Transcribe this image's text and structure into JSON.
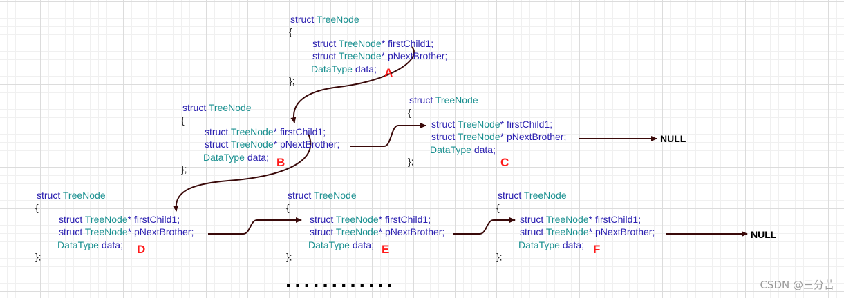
{
  "nodes": [
    {
      "id": "A",
      "label": "A",
      "struct": "struct",
      "type": "TreeNode",
      "open": "{",
      "field1_kw": "struct",
      "field1_type": "TreeNode",
      "field1_name": "* firstChild1;",
      "field2_kw": "struct",
      "field2_type": "TreeNode",
      "field2_name": "* pNextBrother;",
      "field3_type": "DataType",
      "field3_name": " data;",
      "close": "};"
    },
    {
      "id": "B",
      "label": "B",
      "struct": "struct",
      "type": "TreeNode",
      "open": "{",
      "field1_kw": "struct",
      "field1_type": "TreeNode",
      "field1_name": "* firstChild1;",
      "field2_kw": "struct",
      "field2_type": "TreeNode",
      "field2_name": "* pNextBrother;",
      "field3_type": "DataType",
      "field3_name": " data;",
      "close": "};"
    },
    {
      "id": "C",
      "label": "C",
      "struct": "struct",
      "type": "TreeNode",
      "open": "{",
      "field1_kw": "struct",
      "field1_type": "TreeNode",
      "field1_name": "* firstChild1;",
      "field2_kw": "struct",
      "field2_type": "TreeNode",
      "field2_name": "* pNextBrother;",
      "field3_type": "DataType",
      "field3_name": " data;",
      "close": "};"
    },
    {
      "id": "D",
      "label": "D",
      "struct": "struct",
      "type": "TreeNode",
      "open": "{",
      "field1_kw": "struct",
      "field1_type": "TreeNode",
      "field1_name": "* firstChild1;",
      "field2_kw": "struct",
      "field2_type": "TreeNode",
      "field2_name": "* pNextBrother;",
      "field3_type": "DataType",
      "field3_name": " data;",
      "close": "};"
    },
    {
      "id": "E",
      "label": "E",
      "struct": "struct",
      "type": "TreeNode",
      "open": "{",
      "field1_kw": "struct",
      "field1_type": "TreeNode",
      "field1_name": "* firstChild1;",
      "field2_kw": "struct",
      "field2_type": "TreeNode",
      "field2_name": "* pNextBrother;",
      "field3_type": "DataType",
      "field3_name": " data;",
      "close": "};"
    },
    {
      "id": "F",
      "label": "F",
      "struct": "struct",
      "type": "TreeNode",
      "open": "{",
      "field1_kw": "struct",
      "field1_type": "TreeNode",
      "field1_name": "* firstChild1;",
      "field2_kw": "struct",
      "field2_type": "TreeNode",
      "field2_name": "* pNextBrother;",
      "field3_type": "DataType",
      "field3_name": " data;",
      "close": "};"
    }
  ],
  "null_labels": [
    "NULL",
    "NULL"
  ],
  "ellipsis": "............",
  "watermark": "CSDN @三分苦",
  "colors": {
    "keyword": "#2a1fb0",
    "type": "#1a9090",
    "label": "#ff1a1a",
    "arrow": "#3a0a0a",
    "grid": "#dcdcdc"
  }
}
